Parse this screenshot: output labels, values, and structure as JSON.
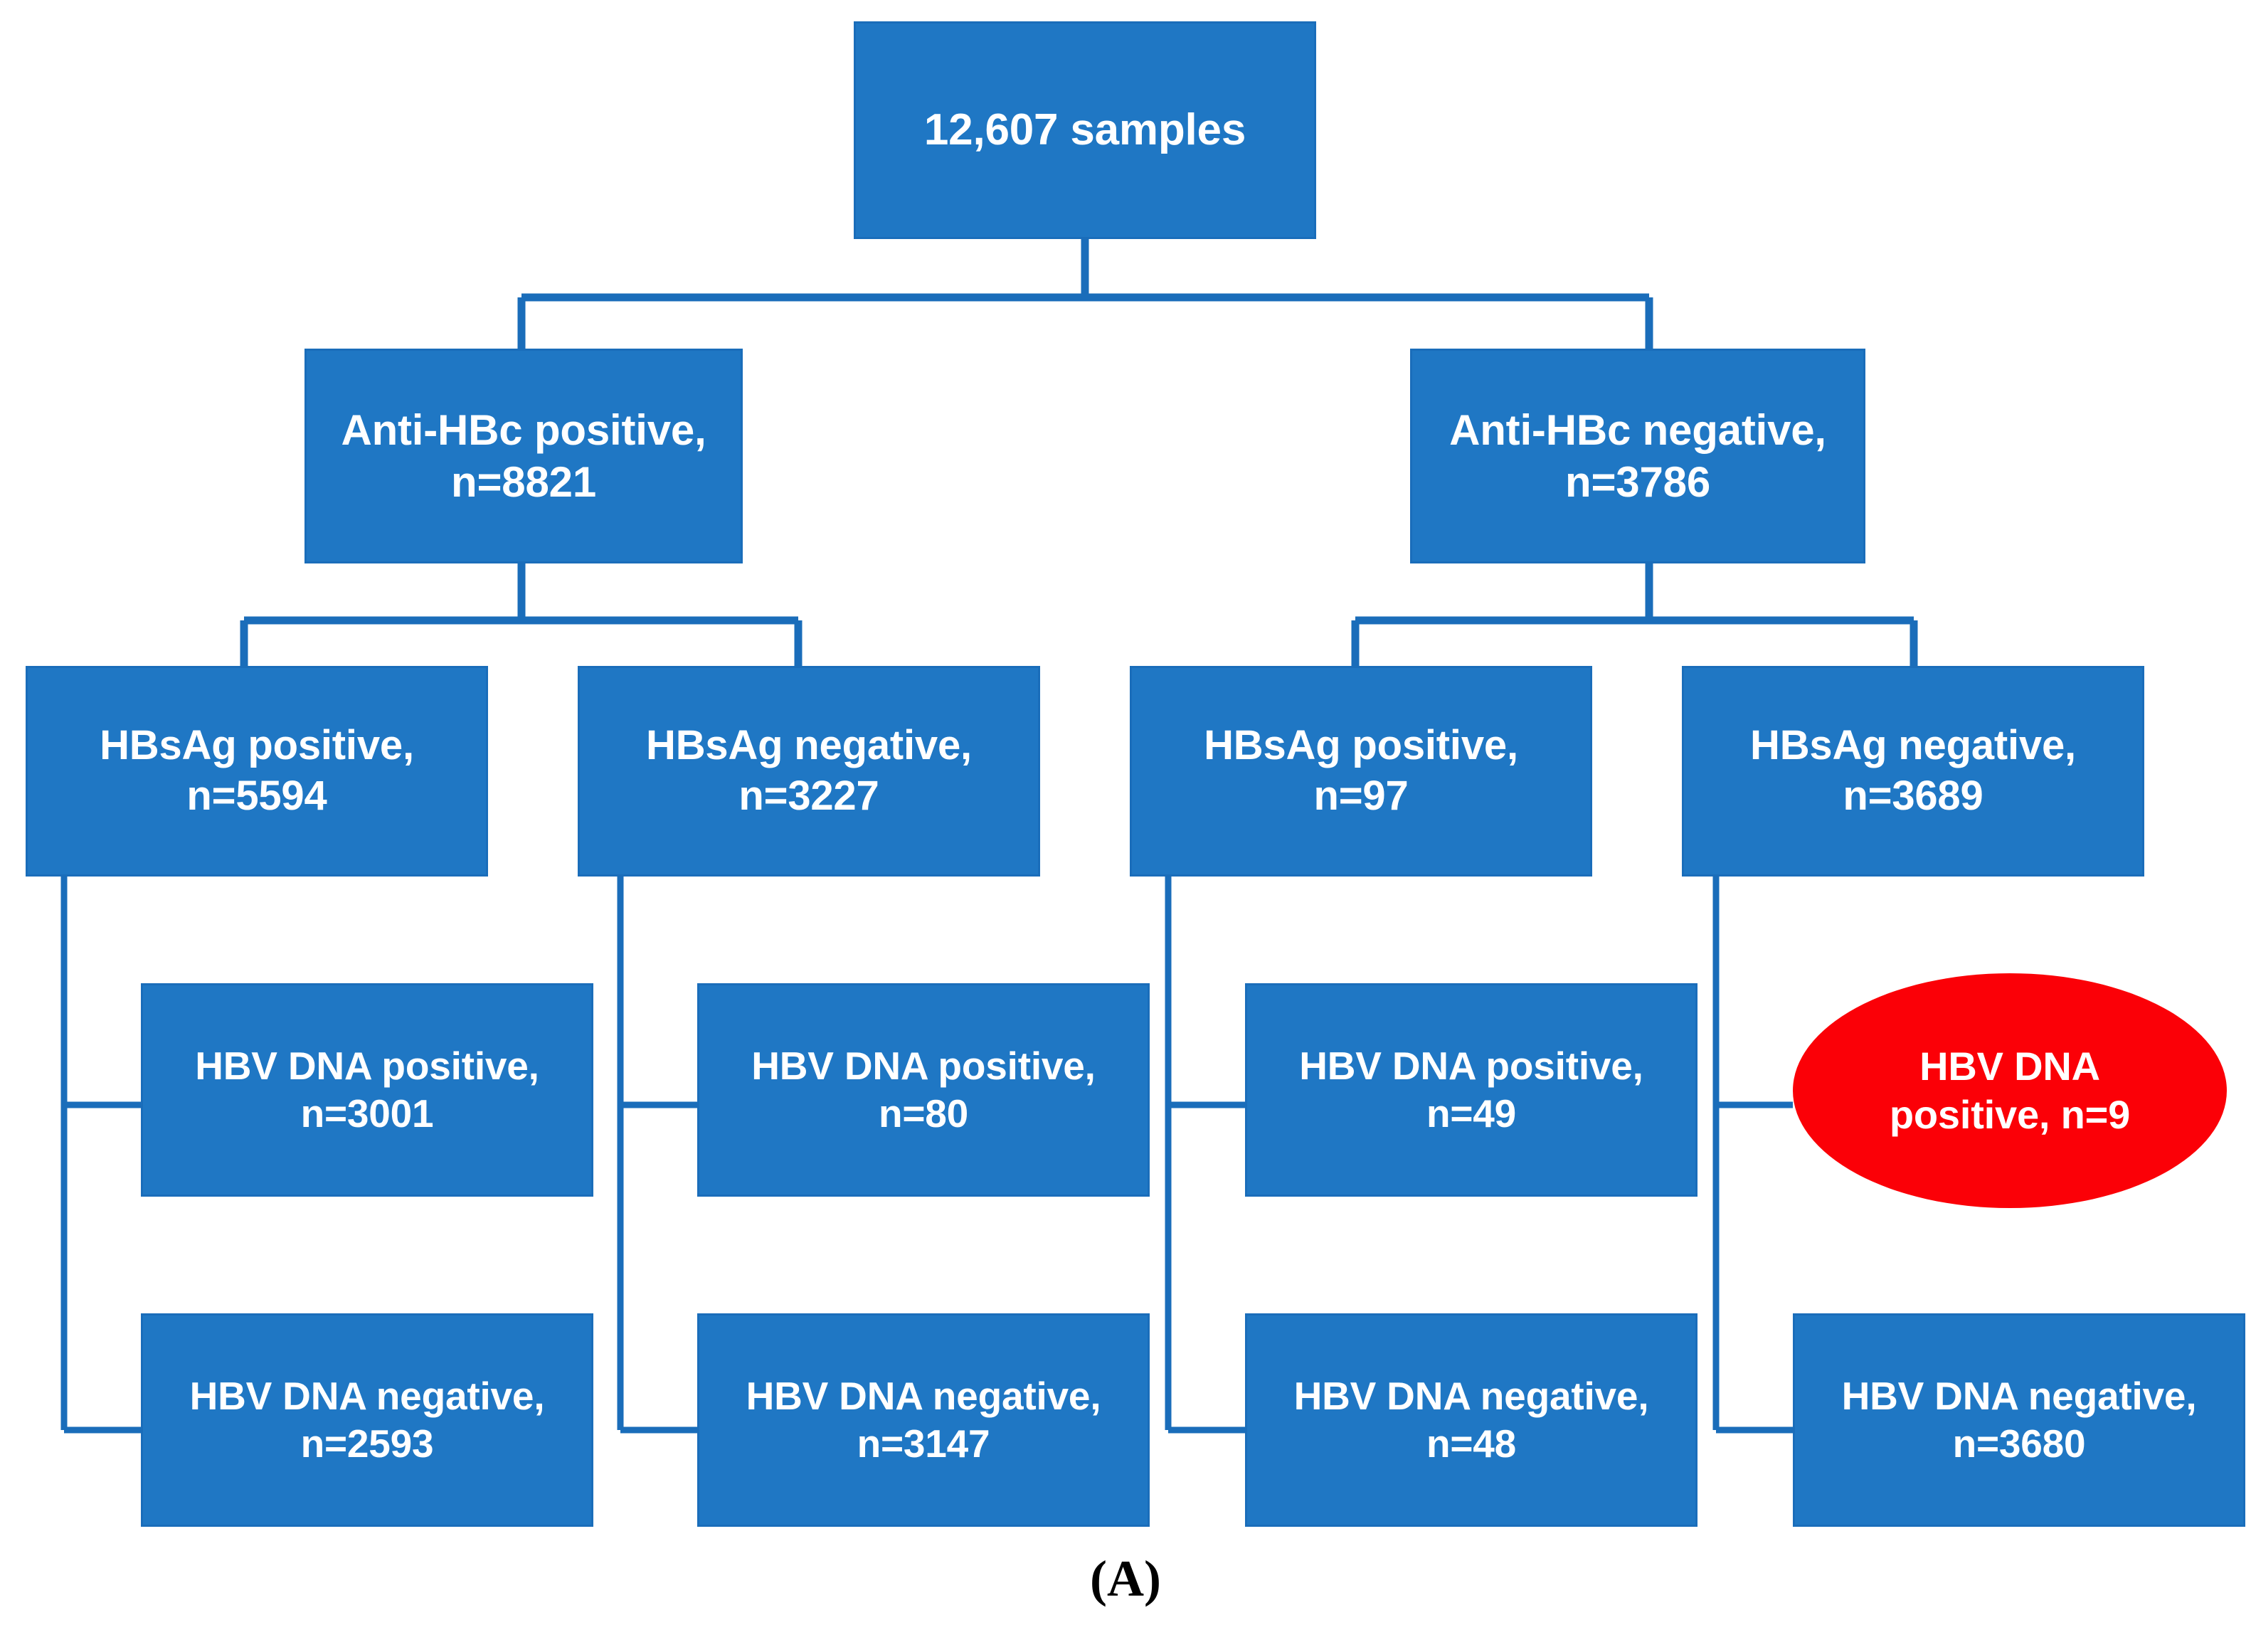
{
  "figure": {
    "caption": "(A)",
    "colors": {
      "node_fill": "#1f77c4",
      "node_border": "#1a6dba",
      "node_text": "#ffffff",
      "highlight_fill": "#fb0007",
      "highlight_text": "#ffffff",
      "connector": "#1a6dba",
      "background": "#ffffff",
      "caption_text": "#000000"
    }
  },
  "nodes": {
    "root": {
      "label": "12,607 samples",
      "count": 12607,
      "shape": "rectangle"
    },
    "level2": [
      {
        "id": "anti-hbc-positive",
        "line1": "Anti-HBc positive,",
        "line2": "n=8821",
        "label": "Anti-HBc positive, n=8821",
        "count": 8821,
        "shape": "rectangle"
      },
      {
        "id": "anti-hbc-negative",
        "line1": "Anti-HBc negative,",
        "line2": "n=3786",
        "label": "Anti-HBc negative, n=3786",
        "count": 3786,
        "shape": "rectangle"
      }
    ],
    "level3": [
      {
        "id": "hbsag-positive-1",
        "line1": "HBsAg positive,",
        "line2": "n=5594",
        "label": "HBsAg positive, n=5594",
        "count": 5594,
        "parent": "anti-hbc-positive",
        "shape": "rectangle"
      },
      {
        "id": "hbsag-negative-1",
        "line1": "HBsAg negative,",
        "line2": "n=3227",
        "label": "HBsAg negative, n=3227",
        "count": 3227,
        "parent": "anti-hbc-positive",
        "shape": "rectangle"
      },
      {
        "id": "hbsag-positive-2",
        "line1": "HBsAg positive,",
        "line2": "n=97",
        "label": "HBsAg positive, n=97",
        "count": 97,
        "parent": "anti-hbc-negative",
        "shape": "rectangle"
      },
      {
        "id": "hbsag-negative-2",
        "line1": "HBsAg negative,",
        "line2": "n=3689",
        "label": "HBsAg negative, n=3689",
        "count": 3689,
        "parent": "anti-hbc-negative",
        "shape": "rectangle"
      }
    ],
    "level4_positive": [
      {
        "id": "dna-positive-1",
        "line1": "HBV DNA positive,",
        "line2": "n=3001",
        "label": "HBV DNA positive, n=3001",
        "count": 3001,
        "parent": "hbsag-positive-1",
        "shape": "rectangle",
        "highlighted": false
      },
      {
        "id": "dna-positive-2",
        "line1": "HBV DNA positive,",
        "line2": "n=80",
        "label": "HBV DNA positive, n=80",
        "count": 80,
        "parent": "hbsag-negative-1",
        "shape": "rectangle",
        "highlighted": false
      },
      {
        "id": "dna-positive-3",
        "line1": "HBV DNA positive,",
        "line2": "n=49",
        "label": "HBV DNA positive, n=49",
        "count": 49,
        "parent": "hbsag-positive-2",
        "shape": "rectangle",
        "highlighted": false
      },
      {
        "id": "dna-positive-4",
        "line1": "HBV DNA",
        "line2": "positive, n=9",
        "label": "HBV DNA positive, n=9",
        "count": 9,
        "parent": "hbsag-negative-2",
        "shape": "ellipse",
        "highlighted": true
      }
    ],
    "level4_negative": [
      {
        "id": "dna-negative-1",
        "line1": "HBV DNA negative,",
        "line2": "n=2593",
        "label": "HBV DNA negative, n=2593",
        "count": 2593,
        "parent": "hbsag-positive-1",
        "shape": "rectangle"
      },
      {
        "id": "dna-negative-2",
        "line1": "HBV DNA negative,",
        "line2": "n=3147",
        "label": "HBV DNA negative, n=3147",
        "count": 3147,
        "parent": "hbsag-negative-1",
        "shape": "rectangle"
      },
      {
        "id": "dna-negative-3",
        "line1": "HBV DNA negative,",
        "line2": "n=48",
        "label": "HBV DNA negative, n=48",
        "count": 48,
        "parent": "hbsag-positive-2",
        "shape": "rectangle"
      },
      {
        "id": "dna-negative-4",
        "line1": "HBV DNA negative,",
        "line2": "n=3680",
        "label": "HBV DNA negative, n=3680",
        "count": 3680,
        "parent": "hbsag-negative-2",
        "shape": "rectangle"
      }
    ]
  }
}
